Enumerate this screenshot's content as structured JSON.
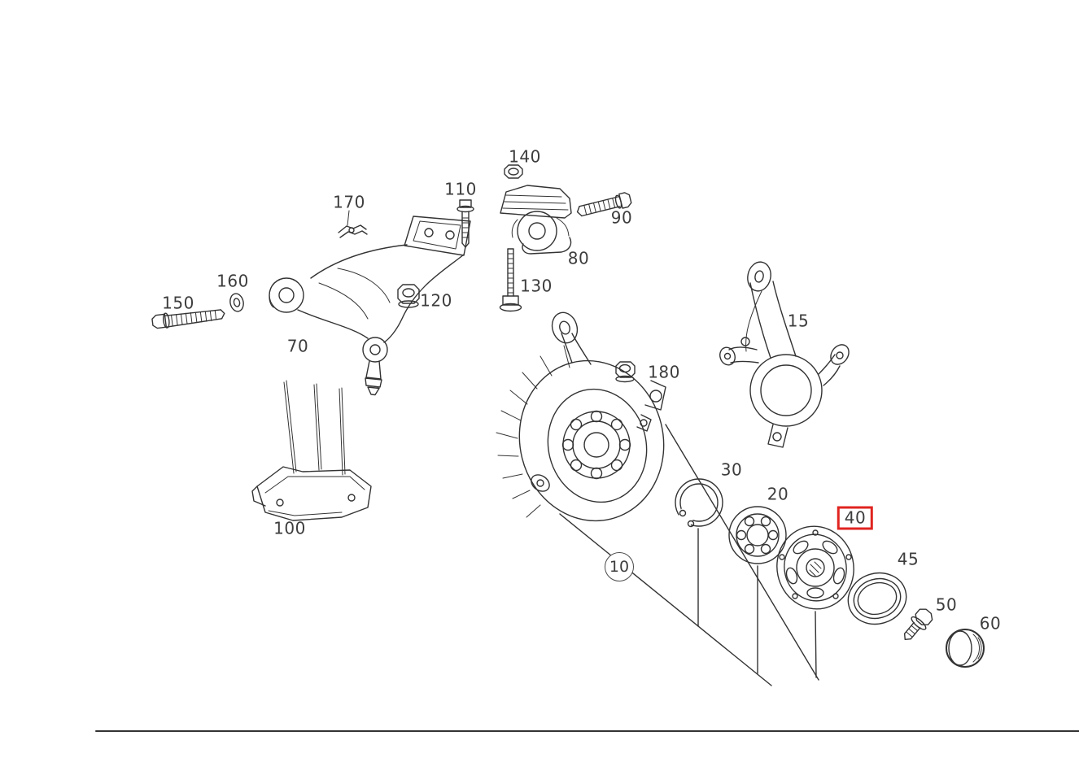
{
  "diagram": {
    "highlighted_part": "40",
    "highlight_color": "#e02420",
    "line_color": "#333333"
  },
  "parts": {
    "p10": {
      "label": "10"
    },
    "p15": {
      "label": "15"
    },
    "p20": {
      "label": "20"
    },
    "p30": {
      "label": "30"
    },
    "p40": {
      "label": "40",
      "highlighted": true
    },
    "p45": {
      "label": "45"
    },
    "p50": {
      "label": "50"
    },
    "p60": {
      "label": "60"
    },
    "p70": {
      "label": "70"
    },
    "p80": {
      "label": "80"
    },
    "p90": {
      "label": "90"
    },
    "p100": {
      "label": "100"
    },
    "p110": {
      "label": "110"
    },
    "p120": {
      "label": "120"
    },
    "p130": {
      "label": "130"
    },
    "p140": {
      "label": "140"
    },
    "p150": {
      "label": "150"
    },
    "p160": {
      "label": "160"
    },
    "p170": {
      "label": "170"
    },
    "p180": {
      "label": "180"
    }
  }
}
